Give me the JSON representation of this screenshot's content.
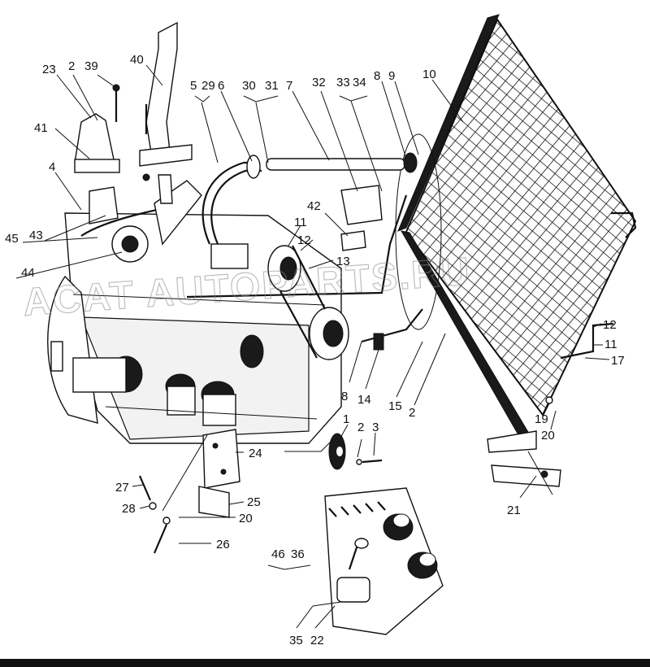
{
  "watermark": "ACAT AUTOPARTS.RU",
  "labels": {
    "l23": "23",
    "l2a": "2",
    "l39": "39",
    "l40": "40",
    "l41": "41",
    "l4": "4",
    "l45": "45",
    "l43": "43",
    "l44": "44",
    "l5": "5",
    "l29": "29",
    "l6": "6",
    "l30": "30",
    "l31": "31",
    "l7": "7",
    "l32": "32",
    "l33": "33",
    "l34": "34",
    "l8a": "8",
    "l9": "9",
    "l10": "10",
    "l42": "42",
    "l11a": "11",
    "l12a": "12",
    "l13": "13",
    "l12b": "12",
    "l11b": "11",
    "l17": "17",
    "l8b": "8",
    "l14": "14",
    "l15": "15",
    "l2b": "2",
    "l19": "19",
    "l20a": "20",
    "l21": "21",
    "l1": "1",
    "l2c": "2",
    "l3": "3",
    "l24": "24",
    "l27": "27",
    "l28": "28",
    "l25": "25",
    "l20b": "20",
    "l26": "26",
    "l46": "46",
    "l36": "36",
    "l35": "35",
    "l22": "22"
  }
}
